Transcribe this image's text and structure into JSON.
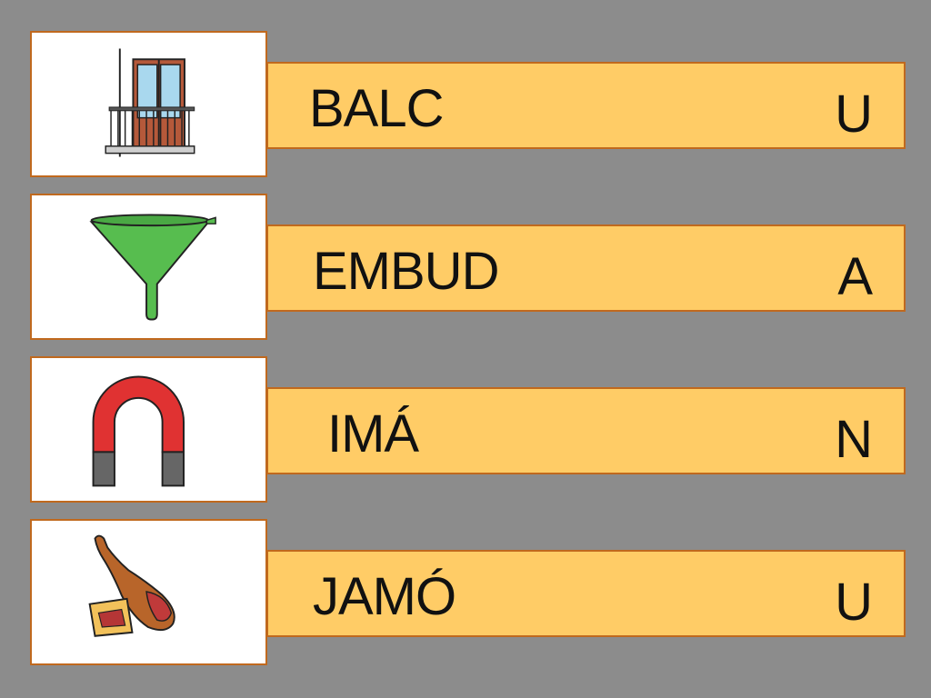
{
  "background_color": "#8c8c8c",
  "accent_colors": {
    "bar_fill": "#ffcc66",
    "border": "#c0691e"
  },
  "rows": [
    {
      "picture": "balcony-icon",
      "word": "BALC",
      "missing_letter": "U"
    },
    {
      "picture": "funnel-icon",
      "word": "EMBUD",
      "missing_letter": "A"
    },
    {
      "picture": "magnet-icon",
      "word": "IMÁ",
      "missing_letter": "N"
    },
    {
      "picture": "ham-icon",
      "word": "JAMÓ",
      "missing_letter": "U"
    }
  ]
}
